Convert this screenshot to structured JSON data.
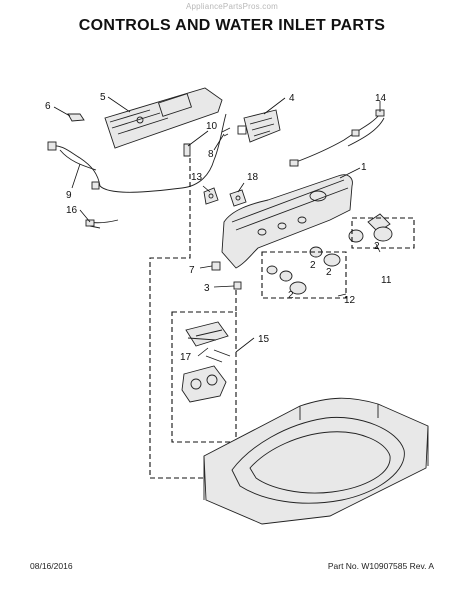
{
  "watermark": "AppliancePartsPros.com",
  "title": "CONTROLS AND WATER INLET PARTS",
  "footer": {
    "date": "08/16/2016",
    "part_info": "Part No. W10907585  Rev. A"
  },
  "callouts": {
    "c1": "1",
    "c2a": "2",
    "c2b": "2",
    "c2c": "2",
    "c2d": "2",
    "c3": "3",
    "c4": "4",
    "c5": "5",
    "c6": "6",
    "c7": "7",
    "c8": "8",
    "c9": "9",
    "c10": "10",
    "c11": "11",
    "c12": "12",
    "c13": "13",
    "c14": "14",
    "c15": "15",
    "c16": "16",
    "c17": "17",
    "c18": "18"
  }
}
